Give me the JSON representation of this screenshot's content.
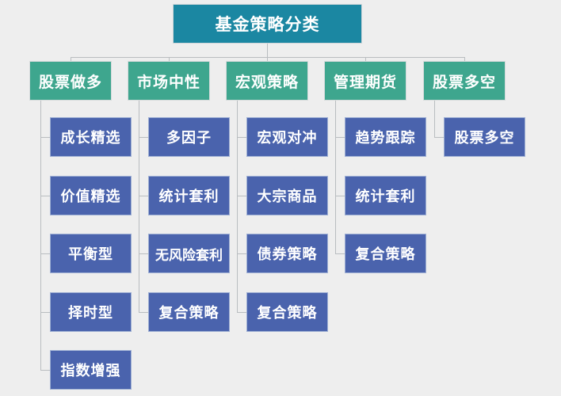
{
  "diagram": {
    "title": "基金策略分类",
    "type": "organization-tree",
    "colors": {
      "background": "#eeeeee",
      "root": "#1b87a2",
      "level1": "#3ea68e",
      "level2": "#4a63ad",
      "connector": "#b9bdc0",
      "text": "#ffffff"
    },
    "root": {
      "label": "基金策略分类"
    },
    "branches": [
      {
        "label": "股票做多",
        "children": [
          {
            "label": "成长精选"
          },
          {
            "label": "价值精选"
          },
          {
            "label": "平衡型"
          },
          {
            "label": "择时型"
          },
          {
            "label": "指数增强"
          }
        ]
      },
      {
        "label": "市场中性",
        "children": [
          {
            "label": "多因子"
          },
          {
            "label": "统计套利"
          },
          {
            "label": "无风险套利"
          },
          {
            "label": "复合策略"
          }
        ]
      },
      {
        "label": "宏观策略",
        "children": [
          {
            "label": "宏观对冲"
          },
          {
            "label": "大宗商品"
          },
          {
            "label": "债券策略"
          },
          {
            "label": "复合策略"
          }
        ]
      },
      {
        "label": "管理期货",
        "children": [
          {
            "label": "趋势跟踪"
          },
          {
            "label": "统计套利"
          },
          {
            "label": "复合策略"
          }
        ]
      },
      {
        "label": "股票多空",
        "children": [
          {
            "label": "股票多空"
          }
        ]
      }
    ]
  }
}
